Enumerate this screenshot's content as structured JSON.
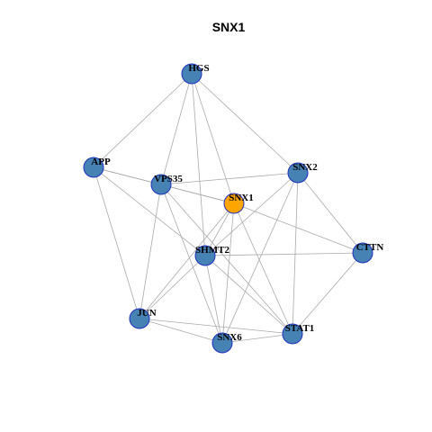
{
  "title": "SNX1",
  "colors": {
    "node_default": "#4682b4",
    "node_focus": "#ffa500",
    "node_border": "#1f2fbf",
    "edge": "#aaaaaa"
  },
  "nodes": [
    {
      "id": "HGS",
      "label": "HGS",
      "focus": false
    },
    {
      "id": "APP",
      "label": "APP",
      "focus": false
    },
    {
      "id": "VPS35",
      "label": "VPS35",
      "focus": false
    },
    {
      "id": "SNX2",
      "label": "SNX2",
      "focus": false
    },
    {
      "id": "SNX1",
      "label": "SNX1",
      "focus": true
    },
    {
      "id": "CTTN",
      "label": "CTTN",
      "focus": false
    },
    {
      "id": "SHMT2",
      "label": "SHMT2",
      "focus": false
    },
    {
      "id": "JUN",
      "label": "JUN",
      "focus": false
    },
    {
      "id": "STAT1",
      "label": "STAT1",
      "focus": false
    },
    {
      "id": "SNX6",
      "label": "SNX6",
      "focus": false
    }
  ],
  "edges": [
    [
      "HGS",
      "APP"
    ],
    [
      "HGS",
      "VPS35"
    ],
    [
      "HGS",
      "SNX1"
    ],
    [
      "HGS",
      "SNX2"
    ],
    [
      "HGS",
      "SHMT2"
    ],
    [
      "APP",
      "VPS35"
    ],
    [
      "APP",
      "SNX1"
    ],
    [
      "APP",
      "SHMT2"
    ],
    [
      "APP",
      "JUN"
    ],
    [
      "VPS35",
      "SNX2"
    ],
    [
      "VPS35",
      "SNX1"
    ],
    [
      "VPS35",
      "JUN"
    ],
    [
      "VPS35",
      "SNX6"
    ],
    [
      "VPS35",
      "STAT1"
    ],
    [
      "SNX2",
      "SHMT2"
    ],
    [
      "SNX2",
      "SNX6"
    ],
    [
      "SNX2",
      "STAT1"
    ],
    [
      "SNX2",
      "CTTN"
    ],
    [
      "SNX1",
      "SHMT2"
    ],
    [
      "SNX1",
      "CTTN"
    ],
    [
      "SNX1",
      "JUN"
    ],
    [
      "SNX1",
      "SNX6"
    ],
    [
      "SNX1",
      "STAT1"
    ],
    [
      "CTTN",
      "SHMT2"
    ],
    [
      "CTTN",
      "STAT1"
    ],
    [
      "SHMT2",
      "JUN"
    ],
    [
      "SHMT2",
      "SNX6"
    ],
    [
      "SHMT2",
      "STAT1"
    ],
    [
      "JUN",
      "SNX6"
    ],
    [
      "JUN",
      "STAT1"
    ],
    [
      "SNX6",
      "STAT1"
    ]
  ]
}
